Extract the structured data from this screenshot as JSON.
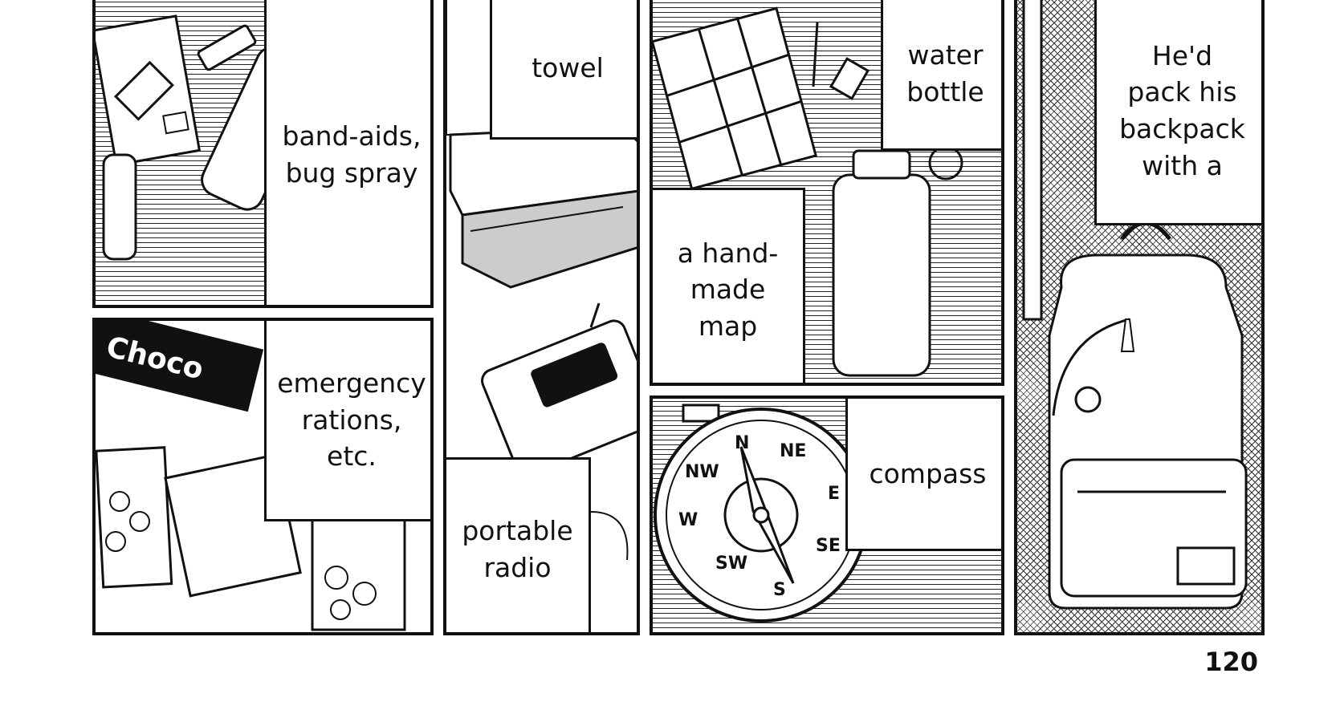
{
  "captions": {
    "bandaids": "band-aids,\nbug spray",
    "rations": "emergency\nrations,\netc.",
    "towel": "towel",
    "radio": "portable\nradio",
    "water": "water\nbottle",
    "map": "a hand-\nmade\nmap",
    "compass": "compass",
    "backpack": "He'd\npack his\nbackpack\nwith a"
  },
  "drawn_labels": {
    "choco": "Choco",
    "compass_n": "N",
    "compass_ne": "NE",
    "compass_e": "E",
    "compass_se": "SE",
    "compass_s": "S",
    "compass_sw": "SW",
    "compass_w": "W",
    "compass_nw": "NW"
  },
  "page_number": "120"
}
